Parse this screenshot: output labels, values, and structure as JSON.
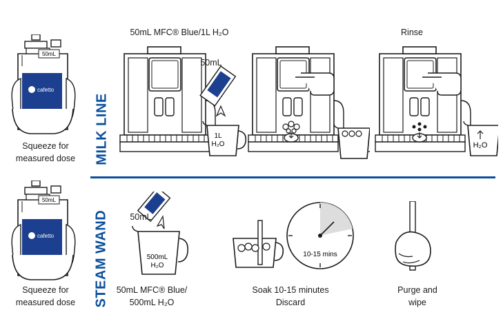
{
  "bottle": {
    "dose_label": "50mL",
    "brand": "cafetto",
    "caption_line1": "Squeeze for",
    "caption_line2": "measured dose"
  },
  "milk_line": {
    "section_label": "MILK LINE",
    "step1_title": "50mL MFC® Blue/1L H₂O",
    "step1_pour_label": "50mL",
    "step1_jug_line1": "1L",
    "step1_jug_line2": "H₂O",
    "step3_title": "Rinse",
    "step3_jug_label": "H₂O"
  },
  "steam_wand": {
    "section_label": "STEAM WAND",
    "pour_label": "50mL",
    "jug_line1": "500mL",
    "jug_line2": "H₂O",
    "step1_caption_line1": "50mL MFC® Blue/",
    "step1_caption_line2": "500mL H₂O",
    "timer_label": "10-15 mins",
    "step2_caption_line1": "Soak 10-15 minutes",
    "step2_caption_line2": "Discard",
    "step3_caption_line1": "Purge and",
    "step3_caption_line2": "wipe"
  },
  "colors": {
    "brand_blue": "#0b4f9c",
    "bottle_blue": "#1d3f8f",
    "stroke": "#1a1a1a"
  }
}
